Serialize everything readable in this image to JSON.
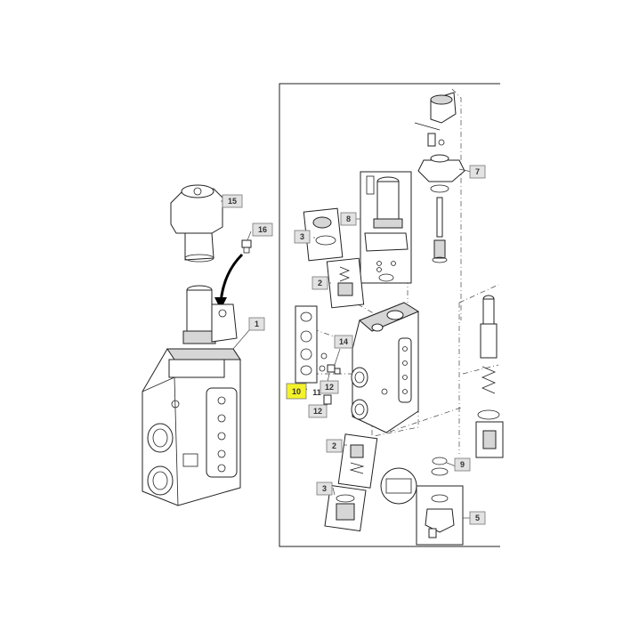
{
  "callouts": {
    "c1": "1",
    "c2a": "2",
    "c2b": "2",
    "c3a": "3",
    "c3b": "3",
    "c5": "5",
    "c7": "7",
    "c8": "8",
    "c9": "9",
    "c10": "10",
    "c11": "11",
    "c12a": "12",
    "c12b": "12",
    "c14": "14",
    "c15": "15",
    "c16": "16"
  },
  "highlighted_callout": "10",
  "colors": {
    "highlight": "#f4f22a",
    "callout_fill": "#e2e2e2",
    "line": "#222222"
  }
}
